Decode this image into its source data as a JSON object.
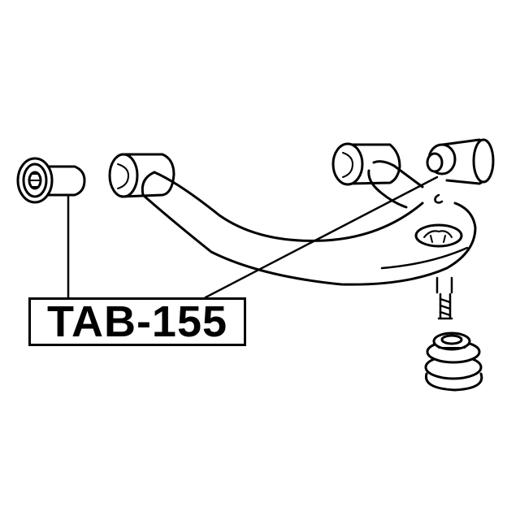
{
  "diagram": {
    "part_number": "TAB-155",
    "components": [
      {
        "name": "loose bushing (left)",
        "icon": "bushing-icon"
      },
      {
        "name": "upper control arm",
        "icon": "control-arm-icon"
      },
      {
        "name": "rear arm bushing",
        "icon": "bushing-icon"
      },
      {
        "name": "pressed bushing (right)",
        "icon": "bushing-icon"
      },
      {
        "name": "ball joint stud",
        "icon": "ball-joint-icon"
      },
      {
        "name": "dust boot",
        "icon": "dust-boot-icon"
      }
    ],
    "colors": {
      "line": "#000000",
      "background": "#ffffff"
    }
  }
}
